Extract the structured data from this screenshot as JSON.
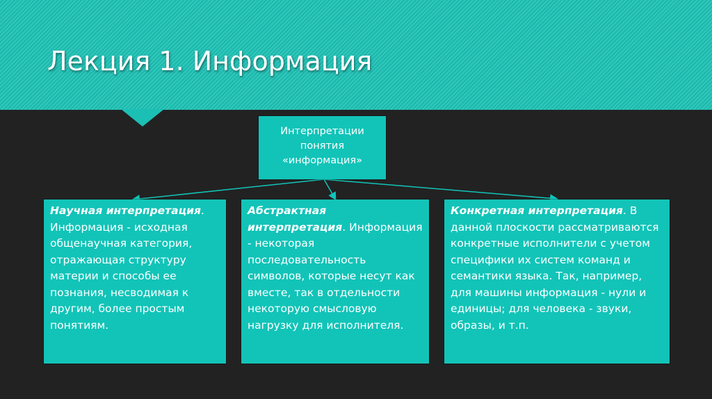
{
  "slide": {
    "title": "Лекция 1. Информация",
    "colors": {
      "header_teal": "#1cbfb3",
      "box_teal": "#12c4b8",
      "background": "#222222",
      "text": "#ffffff"
    }
  },
  "diagram": {
    "root": {
      "lines": [
        "Интерпретации",
        "понятия",
        "«информация»"
      ]
    },
    "children": [
      {
        "heading": "Научная интерпретация",
        "heading_suffix": ".",
        "body": " Информация - исходная общенаучная категория, отражающая структуру материи и способы ее познания, несводимая к другим, более простым понятиям."
      },
      {
        "heading": "Абстрактная интерпретация",
        "heading_suffix": ".",
        "body": " Информация - некоторая последовательность символов, которые несут как вместе, так в отдельности некоторую смысловую нагрузку для исполнителя."
      },
      {
        "heading": "Конкретная интерпретация",
        "heading_suffix": ".",
        "body": " В данной плоскости рассматриваются конкретные исполнители с учетом специфики их систем команд и семантики языка. Так, например, для машины информация - нули и единицы; для человека - звуки, образы, и т.п."
      }
    ]
  }
}
